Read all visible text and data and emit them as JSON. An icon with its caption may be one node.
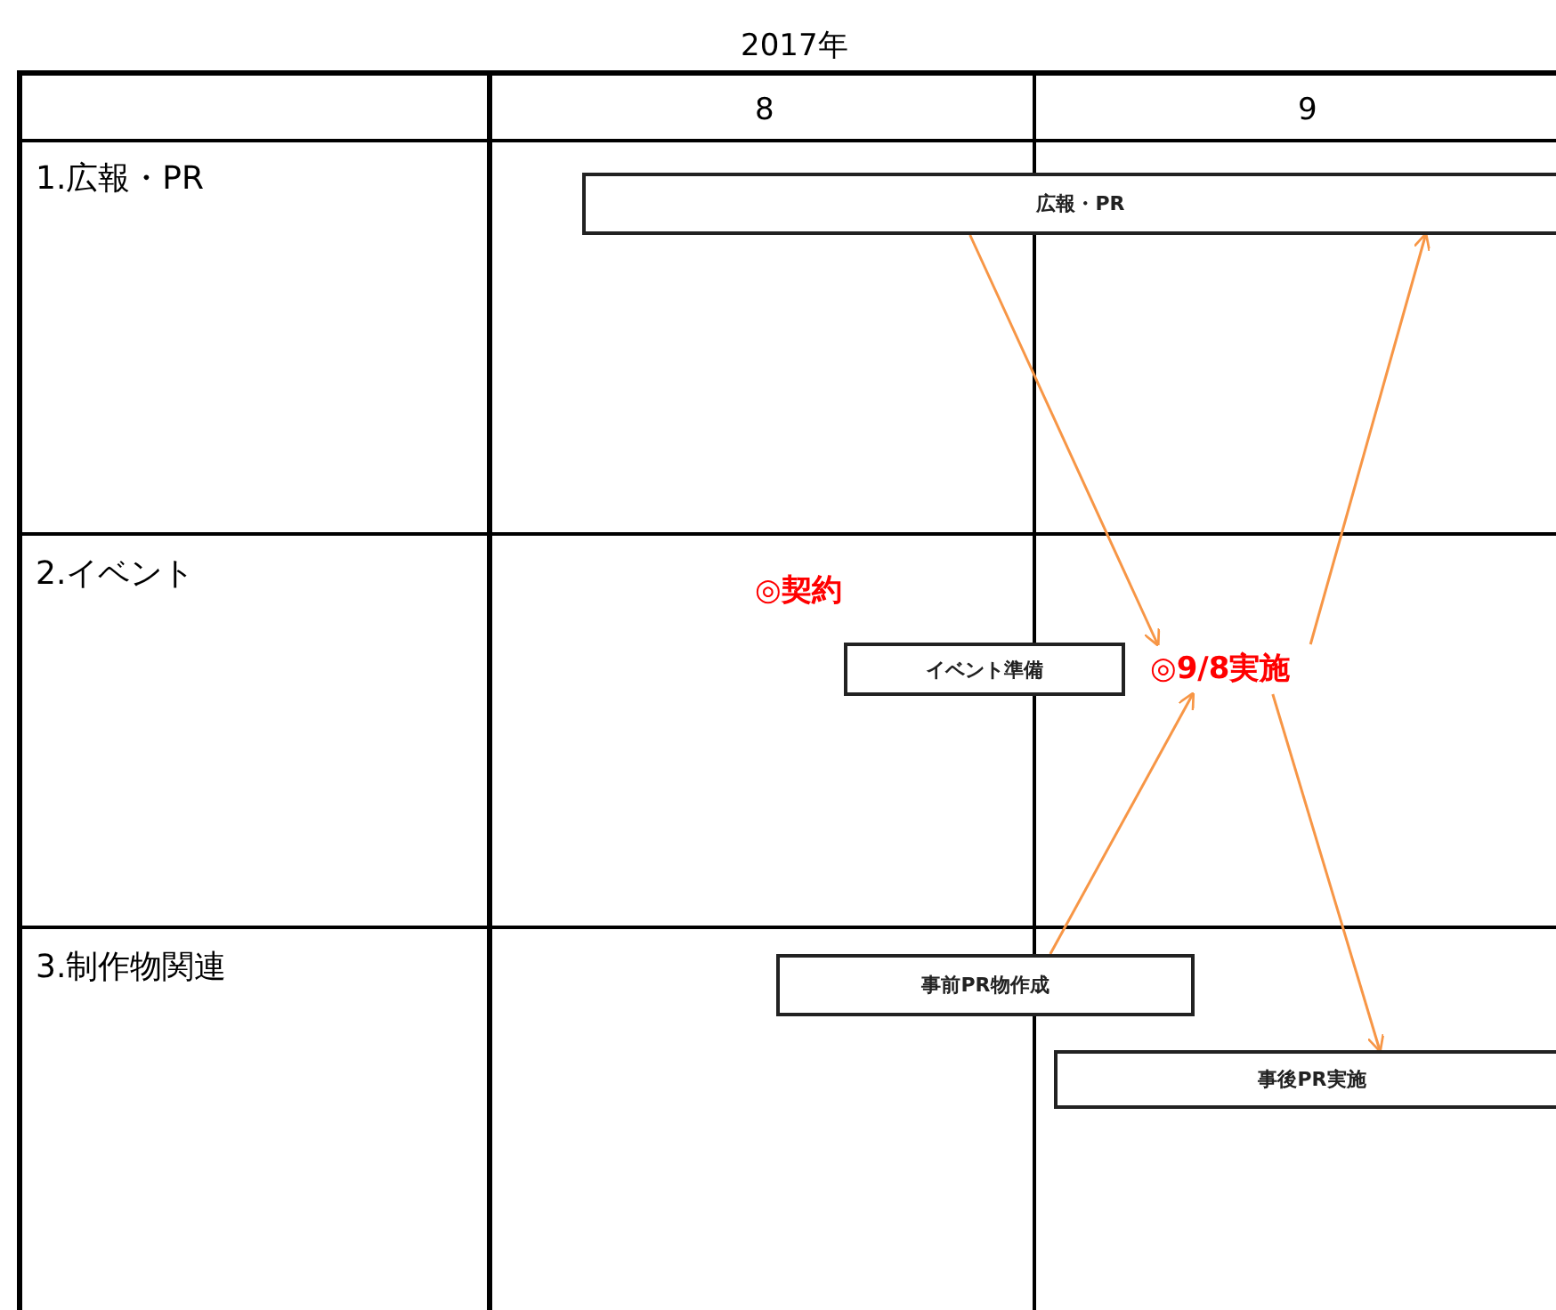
{
  "diagram": {
    "nodes": [
      {
        "text": [
          "広報・PR"
        ]
      },
      {
        "text": [
          "イベント準備"
        ]
      },
      {
        "text": [
          "◎9/8実施"
        ]
      },
      {
        "text": [
          "事前PR物作成"
        ]
      },
      {
        "text": [
          "事後PR実施"
        ]
      }
    ],
    "edges": [
      {
        "from": 0,
        "to": 2,
        "arrow": "to",
        "color": "#f79646"
      },
      {
        "from": 3,
        "to": 2,
        "arrow": "to",
        "color": "#f79646"
      },
      {
        "from": 2,
        "to": 0,
        "arrow": "to",
        "color": "#f79646"
      },
      {
        "from": 2,
        "to": 4,
        "arrow": "to",
        "color": "#f79646"
      }
    ],
    "labels": [
      "2017年",
      "8",
      "9",
      "1.広報・PR",
      "2.イベント",
      "◎契約",
      "3.制作物関連"
    ]
  }
}
